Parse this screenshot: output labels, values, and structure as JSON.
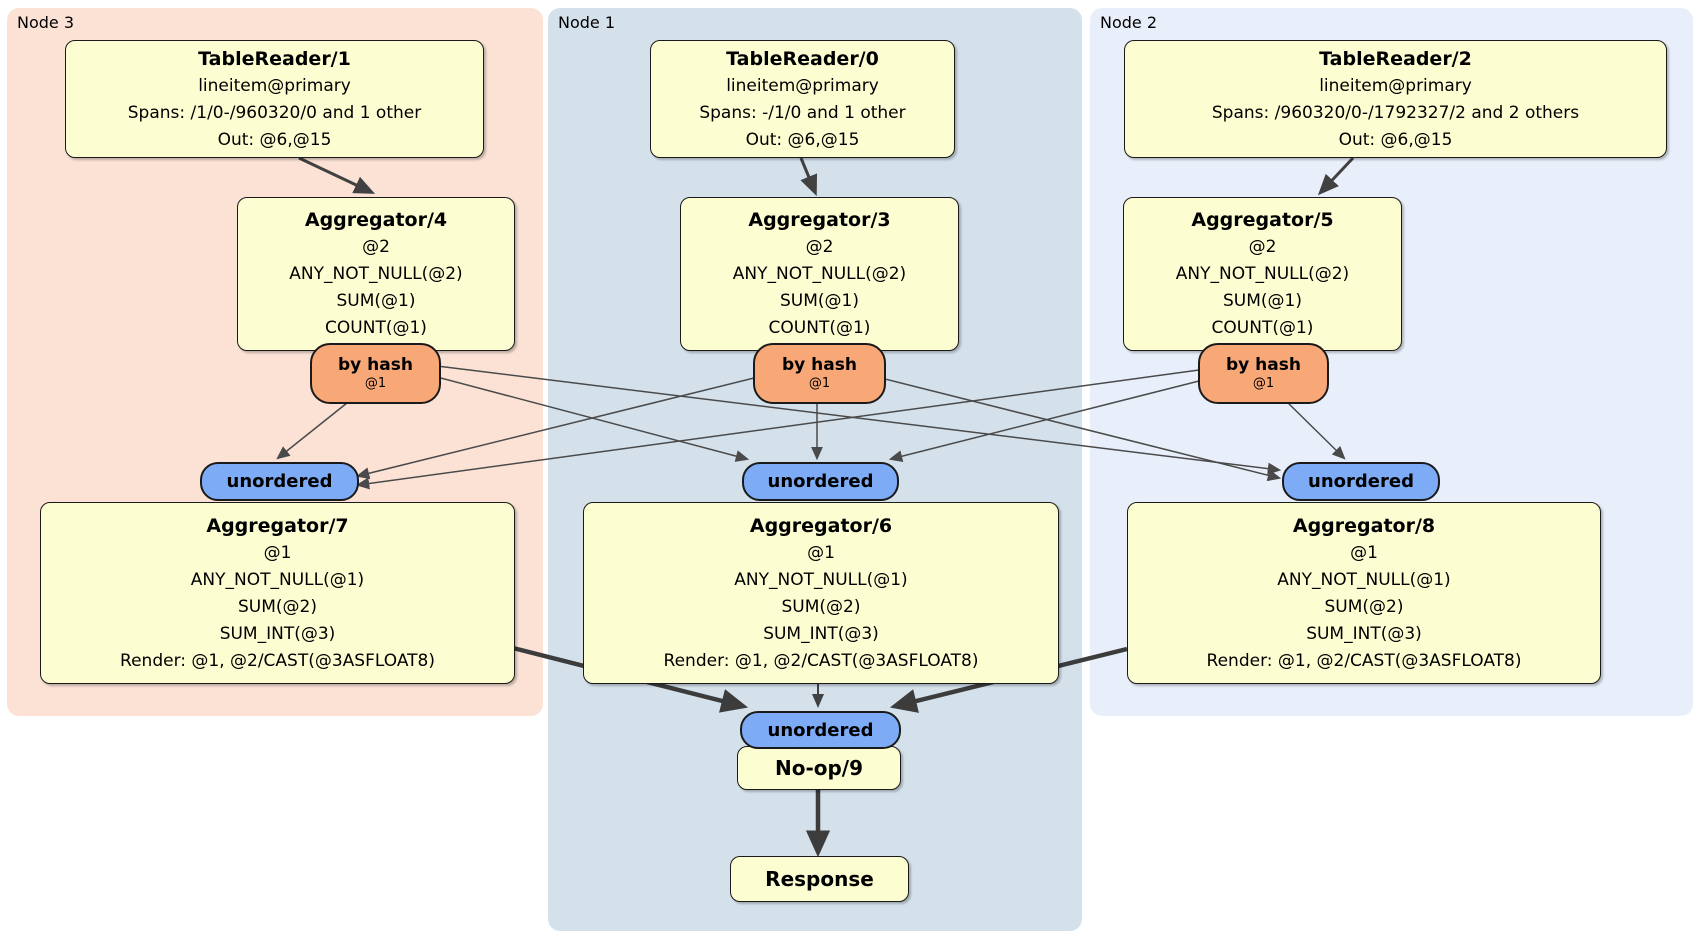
{
  "regions": {
    "node3": {
      "label": "Node 3"
    },
    "node1": {
      "label": "Node 1"
    },
    "node2": {
      "label": "Node 2"
    }
  },
  "processors": {
    "tr1": {
      "title": "TableReader/1",
      "lines": [
        "lineitem@primary",
        "Spans: /1/0-/960320/0 and 1 other",
        "Out: @6,@15"
      ]
    },
    "tr0": {
      "title": "TableReader/0",
      "lines": [
        "lineitem@primary",
        "Spans: -/1/0 and 1 other",
        "Out: @6,@15"
      ]
    },
    "tr2": {
      "title": "TableReader/2",
      "lines": [
        "lineitem@primary",
        "Spans: /960320/0-/1792327/2 and 2 others",
        "Out: @6,@15"
      ]
    },
    "agg4": {
      "title": "Aggregator/4",
      "lines": [
        "@2",
        "ANY_NOT_NULL(@2)",
        "SUM(@1)",
        "COUNT(@1)"
      ]
    },
    "agg3": {
      "title": "Aggregator/3",
      "lines": [
        "@2",
        "ANY_NOT_NULL(@2)",
        "SUM(@1)",
        "COUNT(@1)"
      ]
    },
    "agg5": {
      "title": "Aggregator/5",
      "lines": [
        "@2",
        "ANY_NOT_NULL(@2)",
        "SUM(@1)",
        "COUNT(@1)"
      ]
    },
    "agg7": {
      "title": "Aggregator/7",
      "lines": [
        "@1",
        "ANY_NOT_NULL(@1)",
        "SUM(@2)",
        "SUM_INT(@3)",
        "Render: @1, @2/CAST(@3ASFLOAT8)"
      ]
    },
    "agg6": {
      "title": "Aggregator/6",
      "lines": [
        "@1",
        "ANY_NOT_NULL(@1)",
        "SUM(@2)",
        "SUM_INT(@3)",
        "Render: @1, @2/CAST(@3ASFLOAT8)"
      ]
    },
    "agg8": {
      "title": "Aggregator/8",
      "lines": [
        "@1",
        "ANY_NOT_NULL(@1)",
        "SUM(@2)",
        "SUM_INT(@3)",
        "Render: @1, @2/CAST(@3ASFLOAT8)"
      ]
    },
    "noop": {
      "title": "No-op/9"
    },
    "response": {
      "title": "Response"
    }
  },
  "routers": {
    "byhash4": {
      "label": "by hash",
      "detail": "@1"
    },
    "byhash3": {
      "label": "by hash",
      "detail": "@1"
    },
    "byhash5": {
      "label": "by hash",
      "detail": "@1"
    }
  },
  "syncs": {
    "un7": {
      "label": "unordered"
    },
    "un6": {
      "label": "unordered"
    },
    "un8": {
      "label": "unordered"
    },
    "un9": {
      "label": "unordered"
    }
  },
  "edges": [
    {
      "from": "TableReader/1",
      "to": "Aggregator/4"
    },
    {
      "from": "TableReader/0",
      "to": "Aggregator/3"
    },
    {
      "from": "TableReader/2",
      "to": "Aggregator/5"
    },
    {
      "from": "Aggregator/4 by hash @1",
      "to": "unordered (Aggregator/7)"
    },
    {
      "from": "Aggregator/4 by hash @1",
      "to": "unordered (Aggregator/6)"
    },
    {
      "from": "Aggregator/4 by hash @1",
      "to": "unordered (Aggregator/8)"
    },
    {
      "from": "Aggregator/3 by hash @1",
      "to": "unordered (Aggregator/7)"
    },
    {
      "from": "Aggregator/3 by hash @1",
      "to": "unordered (Aggregator/6)"
    },
    {
      "from": "Aggregator/3 by hash @1",
      "to": "unordered (Aggregator/8)"
    },
    {
      "from": "Aggregator/5 by hash @1",
      "to": "unordered (Aggregator/7)"
    },
    {
      "from": "Aggregator/5 by hash @1",
      "to": "unordered (Aggregator/6)"
    },
    {
      "from": "Aggregator/5 by hash @1",
      "to": "unordered (Aggregator/8)"
    },
    {
      "from": "Aggregator/7",
      "to": "unordered (No-op/9)"
    },
    {
      "from": "Aggregator/6",
      "to": "unordered (No-op/9)"
    },
    {
      "from": "Aggregator/8",
      "to": "unordered (No-op/9)"
    },
    {
      "from": "No-op/9",
      "to": "Response"
    }
  ],
  "colors": {
    "node3_bg": "#fbe2d5",
    "node1_bg": "#d4e1eb",
    "node2_bg": "#e9effa",
    "processor_bg": "#fdfdd2",
    "router_bg": "#f8a877",
    "sync_bg": "#7dabf5",
    "edge": "#444444",
    "border": "#1a1a1a"
  }
}
